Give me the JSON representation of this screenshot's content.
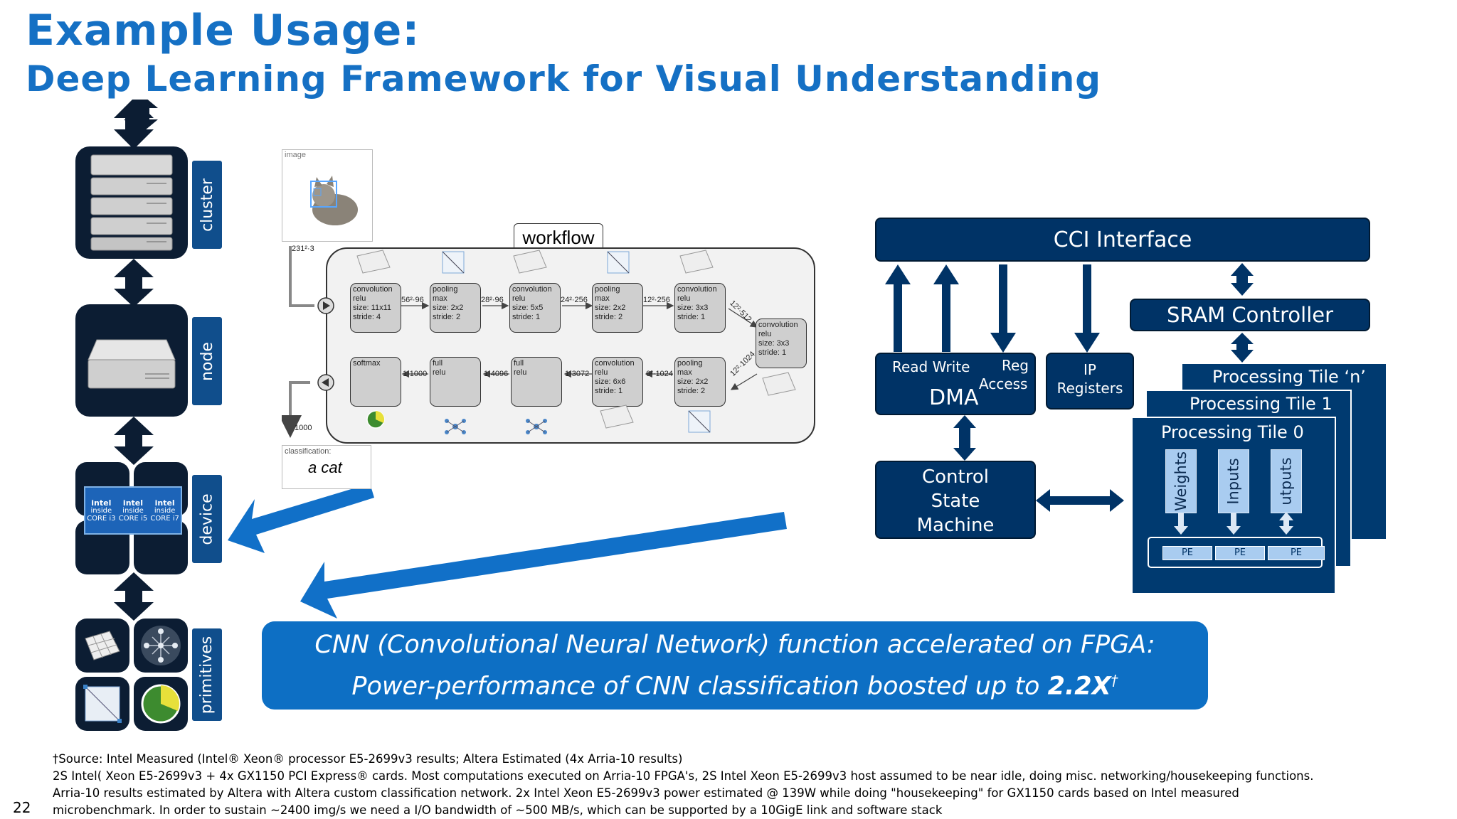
{
  "header": {
    "title": "Example Usage:",
    "subtitle": "Deep Learning Framework for Visual Understanding"
  },
  "hierarchy": {
    "levels": [
      "cluster",
      "node",
      "device",
      "primitives"
    ],
    "chip_labels": [
      "intel",
      "intel",
      "intel",
      "inside",
      "inside",
      "inside",
      "CORE i3",
      "CORE i5",
      "CORE i7"
    ]
  },
  "workflow": {
    "title": "workflow",
    "image_label": "image",
    "input_dim": "231²·3",
    "output_dim": "1000",
    "classification_label": "classification:",
    "classification_value": "a cat",
    "top_row": [
      {
        "lines": [
          "convolution",
          "relu",
          "size: 11x11",
          "stride: 4"
        ]
      },
      {
        "lines": [
          "pooling",
          "max",
          "size: 2x2",
          "stride: 2"
        ]
      },
      {
        "lines": [
          "convolution",
          "relu",
          "size: 5x5",
          "stride: 1"
        ]
      },
      {
        "lines": [
          "pooling",
          "max",
          "size: 2x2",
          "stride: 2"
        ]
      },
      {
        "lines": [
          "convolution",
          "relu",
          "size: 3x3",
          "stride: 1"
        ]
      }
    ],
    "top_dims": [
      "56²·96",
      "28²·96",
      "24²·256",
      "12²·256"
    ],
    "right_box": {
      "lines": [
        "convolution",
        "relu",
        "size: 3x3",
        "stride: 1"
      ]
    },
    "right_dims": [
      "12²·512",
      "12²·1024"
    ],
    "bottom_row": [
      {
        "lines": [
          "softmax"
        ]
      },
      {
        "lines": [
          "full",
          "relu"
        ]
      },
      {
        "lines": [
          "full",
          "relu"
        ]
      },
      {
        "lines": [
          "convolution",
          "relu",
          "size: 6x6",
          "stride: 1"
        ]
      },
      {
        "lines": [
          "pooling",
          "max",
          "size: 2x2",
          "stride: 2"
        ]
      }
    ],
    "bottom_dims": [
      "1·1000",
      "1·4096",
      "1·3072",
      "6²·1024"
    ]
  },
  "fpga": {
    "cci": "CCI Interface",
    "sram": "SRAM Controller",
    "dma_top": "Read  Write",
    "dma_reg": "Reg",
    "dma_access": "Access",
    "dma_main": "DMA",
    "ip_line1": "IP",
    "ip_line2": "Registers",
    "csm": [
      "Control",
      "State",
      "Machine"
    ],
    "tile_n": "Processing Tile ‘n’",
    "tile_1": "Processing Tile 1",
    "tile_0": "Processing Tile 0",
    "weights": "Weights",
    "inputs": "Inputs",
    "outputs": "utputs",
    "pe": [
      "PE",
      "PE",
      "PE"
    ]
  },
  "banner": {
    "line1": "CNN (Convolutional Neural Network) function accelerated on FPGA:",
    "line2_prefix": "Power-performance of CNN classification boosted up to ",
    "line2_bold": "2.2X",
    "line2_sup": "†"
  },
  "footnote": {
    "line1": "†Source:  Intel Measured (Intel® Xeon® processor E5-2699v3 results;  Altera Estimated (4x Arria-10  results)",
    "line2": "2S Intel( Xeon E5-2699v3 + 4x GX1150 PCI Express® cards. Most computations executed on Arria-10 FPGA's, 2S Intel Xeon E5-2699v3 host assumed to be near idle, doing misc. networking/housekeeping functions.",
    "line3": "Arria-10 results estimated by Altera with Altera custom classification network.   2x Intel Xeon E5-2699v3 power estimated @ 139W while doing  \"housekeeping\" for GX1150 cards based on Intel   measured",
    "line4": "microbenchmark.  In order to sustain ~2400 img/s we need a I/O bandwidth of ~500 MB/s, which can be supported by a 10GigE link and software  stack"
  },
  "page_number": "22",
  "colors": {
    "title": "#1570c4",
    "navy": "#003366",
    "banner": "#0d6fc4",
    "arrow": "#1170c8"
  }
}
